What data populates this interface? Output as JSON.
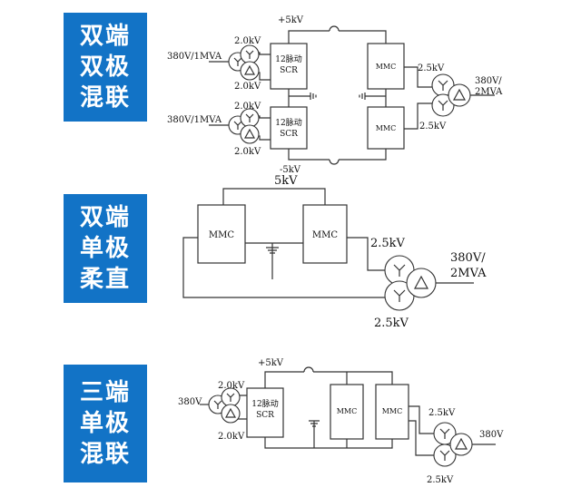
{
  "sections": [
    {
      "title_lines": [
        "双端",
        "双极",
        "混联"
      ],
      "labels": {
        "pos_bus": "+5kV",
        "neg_bus": "-5kV",
        "src_top": "380V/1MVA",
        "src_bot": "380V/1MVA",
        "t1_upper": "2.0kV",
        "t1_lower": "2.0kV",
        "t2_upper": "2.0kV",
        "t2_lower": "2.0kV",
        "scr_line1": "12脉动",
        "scr_line2": "SCR",
        "mmc": "MMC",
        "out_upper": "2.5kV",
        "out_lower": "2.5kV",
        "out_rating_1": "380V/",
        "out_rating_2": "2MVA"
      }
    },
    {
      "title_lines": [
        "双端",
        "单极",
        "柔直"
      ],
      "labels": {
        "bus": "5kV",
        "mmc": "MMC",
        "out_upper": "2.5kV",
        "out_lower": "2.5kV",
        "out_rating_1": "380V/",
        "out_rating_2": "2MVA"
      }
    },
    {
      "title_lines": [
        "三端",
        "单极",
        "混联"
      ],
      "labels": {
        "bus": "+5kV",
        "src": "380V",
        "t_upper": "2.0kV",
        "t_lower": "2.0kV",
        "scr_line1": "12脉动",
        "scr_line2": "SCR",
        "mmc": "MMC",
        "out_upper": "2.5kV",
        "out_lower": "2.5kV",
        "out_rating": "380V"
      }
    }
  ]
}
